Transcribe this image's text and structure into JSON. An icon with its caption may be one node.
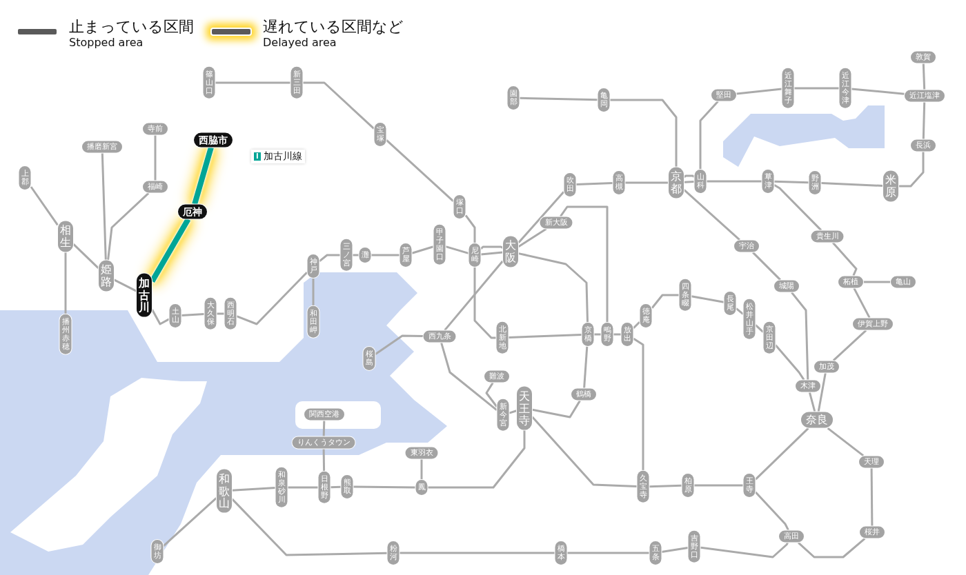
{
  "diagram": {
    "nodes": [
      {
        "text": [
          "篠山口"
        ]
      },
      {
        "text": [
          "新三田"
        ]
      },
      {
        "text": [
          "宝塚"
        ]
      },
      {
        "text": [
          "塚口"
        ]
      },
      {
        "text": [
          "寺前"
        ]
      },
      {
        "text": [
          "播磨新宮"
        ]
      },
      {
        "text": [
          "西脇市"
        ]
      },
      {
        "text": [
          "上郡"
        ]
      },
      {
        "text": [
          "福崎"
        ]
      },
      {
        "text": [
          "厄神"
        ]
      },
      {
        "text": [
          "相生"
        ]
      },
      {
        "text": [
          "姫路"
        ]
      },
      {
        "text": [
          "加古川"
        ]
      },
      {
        "text": [
          "土山"
        ]
      },
      {
        "text": [
          "大久保"
        ]
      },
      {
        "text": [
          "西明石"
        ]
      },
      {
        "text": [
          "神戸"
        ]
      },
      {
        "text": [
          "三ノ宮"
        ]
      },
      {
        "text": [
          "灘"
        ]
      },
      {
        "text": [
          "芦屋"
        ]
      },
      {
        "text": [
          "甲子園口"
        ]
      },
      {
        "text": [
          "尼崎"
        ]
      },
      {
        "text": [
          "大阪"
        ]
      },
      {
        "text": [
          "新大阪"
        ]
      },
      {
        "text": [
          "吹田"
        ]
      },
      {
        "text": [
          "高槻"
        ]
      },
      {
        "text": [
          "園部"
        ]
      },
      {
        "text": [
          "亀岡"
        ]
      },
      {
        "text": [
          "京都"
        ]
      },
      {
        "text": [
          "山科"
        ]
      },
      {
        "text": [
          "堅田"
        ]
      },
      {
        "text": [
          "近江舞子"
        ]
      },
      {
        "text": [
          "近江今津"
        ]
      },
      {
        "text": [
          "敦賀"
        ]
      },
      {
        "text": [
          "近江塩津"
        ]
      },
      {
        "text": [
          "長浜"
        ]
      },
      {
        "text": [
          "草津"
        ]
      },
      {
        "text": [
          "野洲"
        ]
      },
      {
        "text": [
          "米原"
        ]
      },
      {
        "text": [
          "宇治"
        ]
      },
      {
        "text": [
          "貴生川"
        ]
      },
      {
        "text": [
          "城陽"
        ]
      },
      {
        "text": [
          "柘植"
        ]
      },
      {
        "text": [
          "亀山"
        ]
      },
      {
        "text": [
          "播州赤穂"
        ]
      },
      {
        "text": [
          "和田岬"
        ]
      },
      {
        "text": [
          "西九条"
        ]
      },
      {
        "text": [
          "桜島"
        ]
      },
      {
        "text": [
          "北新地"
        ]
      },
      {
        "text": [
          "京橋"
        ]
      },
      {
        "text": [
          "鴫野"
        ]
      },
      {
        "text": [
          "放出"
        ]
      },
      {
        "text": [
          "徳庵"
        ]
      },
      {
        "text": [
          "四条畷"
        ]
      },
      {
        "text": [
          "長尾"
        ]
      },
      {
        "text": [
          "松井山手"
        ]
      },
      {
        "text": [
          "京田辺"
        ]
      },
      {
        "text": [
          "伊賀上野"
        ]
      },
      {
        "text": [
          "加茂"
        ]
      },
      {
        "text": [
          "木津"
        ]
      },
      {
        "text": [
          "難波"
        ]
      },
      {
        "text": [
          "鶴橋"
        ]
      },
      {
        "text": [
          "新今宮"
        ]
      },
      {
        "text": [
          "天王寺"
        ]
      },
      {
        "text": [
          "奈良"
        ]
      },
      {
        "text": [
          "関西空港"
        ]
      },
      {
        "text": [
          "りんくうタウン"
        ]
      },
      {
        "text": [
          "東羽衣"
        ]
      },
      {
        "text": [
          "和歌山"
        ]
      },
      {
        "text": [
          "和泉砂川"
        ]
      },
      {
        "text": [
          "日根野"
        ]
      },
      {
        "text": [
          "熊取"
        ]
      },
      {
        "text": [
          "鳳"
        ]
      },
      {
        "text": [
          "久宝寺"
        ]
      },
      {
        "text": [
          "柏原"
        ]
      },
      {
        "text": [
          "王寺"
        ]
      },
      {
        "text": [
          "天理"
        ]
      },
      {
        "text": [
          "御坊"
        ]
      },
      {
        "text": [
          "粉河"
        ]
      },
      {
        "text": [
          "橋本"
        ]
      },
      {
        "text": [
          "五条"
        ]
      },
      {
        "text": [
          "吉野口"
        ]
      },
      {
        "text": [
          "高田"
        ]
      },
      {
        "text": [
          "桜井"
        ]
      }
    ],
    "edges": [
      {
        "from": 0,
        "to": 1,
        "arrow": "none"
      },
      {
        "from": 1,
        "to": 2,
        "arrow": "none"
      },
      {
        "from": 2,
        "to": 3,
        "arrow": "none"
      },
      {
        "from": 3,
        "to": 21,
        "arrow": "none"
      },
      {
        "from": 4,
        "to": 8,
        "arrow": "none"
      },
      {
        "from": 8,
        "to": 11,
        "arrow": "none"
      },
      {
        "from": 5,
        "to": 11,
        "arrow": "none"
      },
      {
        "from": 7,
        "to": 10,
        "arrow": "none"
      },
      {
        "from": 10,
        "to": 11,
        "arrow": "none"
      },
      {
        "from": 10,
        "to": 44,
        "arrow": "none"
      },
      {
        "from": 6,
        "to": 9,
        "arrow": "none",
        "style": "thick",
        "color": "#00a596"
      },
      {
        "from": 9,
        "to": 12,
        "arrow": "none",
        "style": "thick",
        "color": "#00a596"
      },
      {
        "from": 11,
        "to": 12,
        "arrow": "none"
      },
      {
        "from": 12,
        "to": 13,
        "arrow": "none"
      },
      {
        "from": 13,
        "to": 14,
        "arrow": "none"
      },
      {
        "from": 14,
        "to": 15,
        "arrow": "none"
      },
      {
        "from": 15,
        "to": 16,
        "arrow": "none"
      },
      {
        "from": 16,
        "to": 17,
        "arrow": "none"
      },
      {
        "from": 17,
        "to": 18,
        "arrow": "none"
      },
      {
        "from": 18,
        "to": 19,
        "arrow": "none"
      },
      {
        "from": 19,
        "to": 20,
        "arrow": "none"
      },
      {
        "from": 20,
        "to": 21,
        "arrow": "none"
      },
      {
        "from": 21,
        "to": 22,
        "arrow": "none"
      },
      {
        "from": 21,
        "to": 22,
        "arrow": "none"
      },
      {
        "from": 16,
        "to": 45,
        "arrow": "none"
      },
      {
        "from": 22,
        "to": 24,
        "arrow": "none"
      },
      {
        "from": 24,
        "to": 25,
        "arrow": "none"
      },
      {
        "from": 25,
        "to": 28,
        "arrow": "none"
      },
      {
        "from": 22,
        "to": 23,
        "arrow": "none"
      },
      {
        "from": 23,
        "to": 50,
        "arrow": "none"
      },
      {
        "from": 22,
        "to": 49,
        "arrow": "none"
      },
      {
        "from": 49,
        "to": 61,
        "arrow": "none"
      },
      {
        "from": 61,
        "to": 63,
        "arrow": "none"
      },
      {
        "from": 63,
        "to": 62,
        "arrow": "none"
      },
      {
        "from": 62,
        "to": 46,
        "arrow": "none"
      },
      {
        "from": 46,
        "to": 22,
        "arrow": "none"
      },
      {
        "from": 46,
        "to": 47,
        "arrow": "none"
      },
      {
        "from": 21,
        "to": 48,
        "arrow": "none"
      },
      {
        "from": 48,
        "to": 49,
        "arrow": "none"
      },
      {
        "from": 49,
        "to": 50,
        "arrow": "none"
      },
      {
        "from": 50,
        "to": 51,
        "arrow": "none"
      },
      {
        "from": 51,
        "to": 52,
        "arrow": "none"
      },
      {
        "from": 52,
        "to": 53,
        "arrow": "none"
      },
      {
        "from": 53,
        "to": 54,
        "arrow": "none"
      },
      {
        "from": 54,
        "to": 55,
        "arrow": "none"
      },
      {
        "from": 55,
        "to": 56,
        "arrow": "none"
      },
      {
        "from": 56,
        "to": 59,
        "arrow": "none"
      },
      {
        "from": 51,
        "to": 73,
        "arrow": "none"
      },
      {
        "from": 28,
        "to": 29,
        "arrow": "none"
      },
      {
        "from": 28,
        "to": 29,
        "arrow": "none"
      },
      {
        "from": 29,
        "to": 36,
        "arrow": "none"
      },
      {
        "from": 36,
        "to": 37,
        "arrow": "none"
      },
      {
        "from": 37,
        "to": 38,
        "arrow": "none"
      },
      {
        "from": 38,
        "to": 35,
        "arrow": "none"
      },
      {
        "from": 35,
        "to": 34,
        "arrow": "none"
      },
      {
        "from": 34,
        "to": 33,
        "arrow": "none"
      },
      {
        "from": 29,
        "to": 30,
        "arrow": "none"
      },
      {
        "from": 30,
        "to": 31,
        "arrow": "none"
      },
      {
        "from": 31,
        "to": 32,
        "arrow": "none"
      },
      {
        "from": 32,
        "to": 34,
        "arrow": "none"
      },
      {
        "from": 26,
        "to": 27,
        "arrow": "none"
      },
      {
        "from": 27,
        "to": 28,
        "arrow": "none"
      },
      {
        "from": 28,
        "to": 39,
        "arrow": "none"
      },
      {
        "from": 39,
        "to": 41,
        "arrow": "none"
      },
      {
        "from": 41,
        "to": 59,
        "arrow": "none"
      },
      {
        "from": 59,
        "to": 64,
        "arrow": "none"
      },
      {
        "from": 58,
        "to": 64,
        "arrow": "none"
      },
      {
        "from": 57,
        "to": 58,
        "arrow": "none"
      },
      {
        "from": 42,
        "to": 57,
        "arrow": "none"
      },
      {
        "from": 42,
        "to": 43,
        "arrow": "none"
      },
      {
        "from": 40,
        "to": 42,
        "arrow": "none"
      },
      {
        "from": 36,
        "to": 40,
        "arrow": "none"
      },
      {
        "from": 60,
        "to": 62,
        "arrow": "none"
      },
      {
        "from": 63,
        "to": 73,
        "arrow": "none"
      },
      {
        "from": 73,
        "to": 74,
        "arrow": "none"
      },
      {
        "from": 74,
        "to": 75,
        "arrow": "none"
      },
      {
        "from": 75,
        "to": 64,
        "arrow": "none"
      },
      {
        "from": 75,
        "to": 82,
        "arrow": "none"
      },
      {
        "from": 64,
        "to": 76,
        "arrow": "none"
      },
      {
        "from": 76,
        "to": 83,
        "arrow": "none"
      },
      {
        "from": 83,
        "to": 82,
        "arrow": "none"
      },
      {
        "from": 63,
        "to": 72,
        "arrow": "none"
      },
      {
        "from": 72,
        "to": 67,
        "arrow": "none"
      },
      {
        "from": 72,
        "to": 71,
        "arrow": "none"
      },
      {
        "from": 71,
        "to": 70,
        "arrow": "none"
      },
      {
        "from": 70,
        "to": 69,
        "arrow": "none"
      },
      {
        "from": 69,
        "to": 68,
        "arrow": "none"
      },
      {
        "from": 70,
        "to": 66,
        "arrow": "none"
      },
      {
        "from": 66,
        "to": 65,
        "arrow": "none"
      },
      {
        "from": 68,
        "to": 77,
        "arrow": "none"
      },
      {
        "from": 68,
        "to": 78,
        "arrow": "none"
      },
      {
        "from": 78,
        "to": 79,
        "arrow": "none"
      },
      {
        "from": 79,
        "to": 80,
        "arrow": "none"
      },
      {
        "from": 80,
        "to": 81,
        "arrow": "none"
      },
      {
        "from": 81,
        "to": 82,
        "arrow": "none"
      }
    ],
    "labels": [
      "Stopped area",
      "Delayed area",
      "I",
      "加古川線"
    ],
    "legend": [
      {
        "text": "止まっている区間",
        "color": "#5a5a5a"
      },
      {
        "text": "遅れている区間など"
      }
    ]
  }
}
